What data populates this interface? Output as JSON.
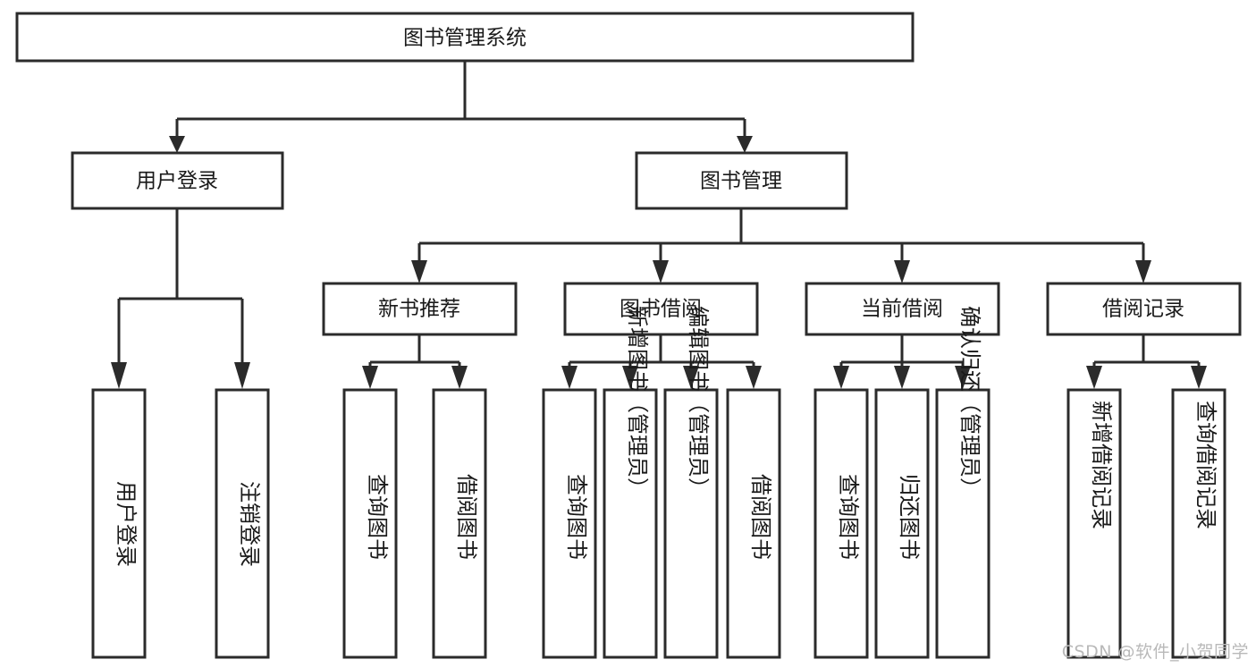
{
  "diagram": {
    "title": "图书管理系统",
    "watermark": "CSDN @软件_小贺同学",
    "colors": {
      "stroke": "#2b2b2b",
      "box_fill": "#ffffff",
      "text": "#1a1a1a",
      "background": "#ffffff",
      "watermark": "#b9b9b9"
    },
    "root": {
      "label": "图书管理系统"
    },
    "level2": [
      {
        "label": "用户登录"
      },
      {
        "label": "图书管理"
      }
    ],
    "level3": [
      {
        "label": "新书推荐"
      },
      {
        "label": "图书借阅"
      },
      {
        "label": "当前借阅"
      },
      {
        "label": "借阅记录"
      }
    ],
    "leaves": {
      "user_login": [
        {
          "label": "用户登录"
        },
        {
          "label": "注销登录"
        }
      ],
      "new_book_recommend": [
        {
          "label": "查询图书"
        },
        {
          "label": "借阅图书"
        }
      ],
      "book_borrow": [
        {
          "label": "查询图书"
        },
        {
          "label": "新增图书（管理员）"
        },
        {
          "label": "编辑图书（管理员）"
        },
        {
          "label": "借阅图书"
        }
      ],
      "current_borrow": [
        {
          "label": "查询图书"
        },
        {
          "label": "归还图书"
        },
        {
          "label": "确认归还（管理员）"
        }
      ],
      "borrow_record": [
        {
          "label": "新增借阅记录"
        },
        {
          "label": "查询借阅记录"
        }
      ]
    }
  }
}
